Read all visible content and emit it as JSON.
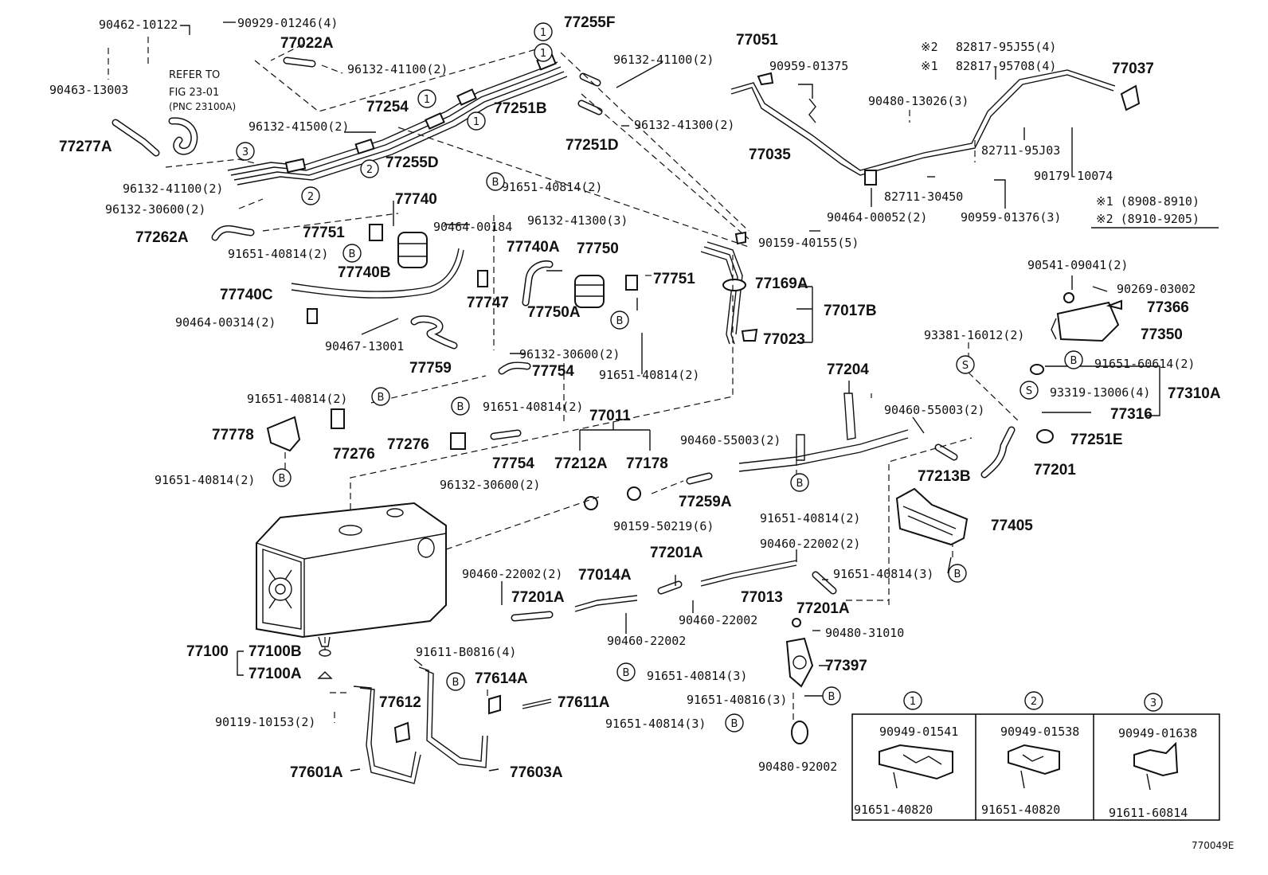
{
  "labels": {
    "p_90462_10122": "90462-10122",
    "p_90929_01246": "90929-01246(4)",
    "p_90463_13003": "90463-13003",
    "refer_to": "REFER TO",
    "fig_23_01": "FIG 23-01",
    "pnc_23100a": "(PNC 23100A)",
    "p_77022a": "77022A",
    "p_96132_41100_a": "96132-41100(2)",
    "p_77255f": "77255F",
    "p_96132_41100_b": "96132-41100(2)",
    "p_77254": "77254",
    "p_77251b": "77251B",
    "p_96132_41500": "96132-41500(2)",
    "p_77277a": "77277A",
    "p_77255d": "77255D",
    "p_77251d": "77251D",
    "p_96132_41300_a": "96132-41300(2)",
    "p_96132_41100_c": "96132-41100(2)",
    "p_96132_30600_a": "96132-30600(2)",
    "p_77740": "77740",
    "p_91651_40814_a": "91651-40814(2)",
    "p_77262a": "77262A",
    "p_77751_a": "77751",
    "p_91651_40814_b": "91651-40814(2)",
    "p_90464_00184": "90464-00184",
    "p_96132_41300_b": "96132-41300(3)",
    "p_77740a": "77740A",
    "p_77750": "77750",
    "p_77740b": "77740B",
    "p_77740c": "77740C",
    "p_77751_b": "77751",
    "p_90464_00314": "90464-00314(2)",
    "p_77747": "77747",
    "p_77750a": "77750A",
    "p_90467_13001": "90467-13001",
    "p_96132_30600_b": "96132-30600(2)",
    "p_77759": "77759",
    "p_77754_a": "77754",
    "p_91651_40814_c": "91651-40814(2)",
    "p_91651_40814_d": "91651-40814(2)",
    "p_91651_40814_e": "91651-40814(2)",
    "p_77011": "77011",
    "p_77778": "77778",
    "p_77276_a": "77276",
    "p_77276_b": "77276",
    "p_77754_b": "77754",
    "p_77212a": "77212A",
    "p_77178": "77178",
    "p_96132_30600_c": "96132-30600(2)",
    "p_91651_40814_f": "91651-40814(2)",
    "p_77051": "77051",
    "p_90959_01375": "90959-01375",
    "star2": "※2",
    "p_82817_95j55": "82817-95J55(4)",
    "star1": "※1",
    "p_82817_95708": "82817-95708(4)",
    "p_77037": "77037",
    "p_90480_13026": "90480-13026(3)",
    "p_77035": "77035",
    "p_82711_95j03": "82711-95J03",
    "p_90179_10074": "90179-10074",
    "p_82711_30450": "82711-30450",
    "p_90464_00052": "90464-00052(2)",
    "p_90959_01376": "90959-01376(3)",
    "note1": "※1 (8908-8910)",
    "note2": "※2 (8910-9205)",
    "p_90159_40155": "90159-40155(5)",
    "p_77169a": "77169A",
    "p_77017b": "77017B",
    "p_77023": "77023",
    "p_90541_09041": "90541-09041(2)",
    "p_90269_03002": "90269-03002",
    "p_77366": "77366",
    "p_77350": "77350",
    "p_93381_16012": "93381-16012(2)",
    "p_91651_60614": "91651-60614(2)",
    "p_93319_13006": "93319-13006(4)",
    "p_77310a": "77310A",
    "p_77316": "77316",
    "p_77204": "77204",
    "p_90460_55003_a": "90460-55003(2)",
    "p_90460_55003_b": "90460-55003(2)",
    "p_77251e": "77251E",
    "p_77213b": "77213B",
    "p_77201": "77201",
    "p_77259a": "77259A",
    "p_90159_50219": "90159-50219(6)",
    "p_91651_40814_g": "91651-40814(2)",
    "p_77405": "77405",
    "p_90460_22002_a": "90460-22002(2)",
    "p_77201a_a": "77201A",
    "p_90460_22002_b": "90460-22002(2)",
    "p_77014a": "77014A",
    "p_77201a_b": "77201A",
    "p_77013": "77013",
    "p_91651_40814_h": "91651-40814(3)",
    "p_77201a_c": "77201A",
    "p_90460_22002_c": "90460-22002",
    "p_90460_22002_d": "90460-22002",
    "p_90480_31010": "90480-31010",
    "p_77100": "77100",
    "p_77100b": "77100B",
    "p_77100a": "77100A",
    "p_91611_b0816": "91611-B0816(4)",
    "p_77614a": "77614A",
    "p_91651_40814_i": "91651-40814(3)",
    "p_77397": "77397",
    "p_91651_40816": "91651-40816(3)",
    "p_77612": "77612",
    "p_77611a": "77611A",
    "p_90119_10153": "90119-10153(2)",
    "p_91651_40814_j": "91651-40814(3)",
    "p_77601a": "77601A",
    "p_77603a": "77603A",
    "p_90480_92002": "90480-92002",
    "inset1_top": "90949-01541",
    "inset1_bot": "91651-40820",
    "inset2_top": "90949-01538",
    "inset2_bot": "91651-40820",
    "inset3_top": "90949-01638",
    "inset3_bot": "91611-60814",
    "footer": "770049E"
  },
  "markers": {
    "one": "1",
    "two": "2",
    "three": "3",
    "b": "B",
    "s": "S"
  }
}
